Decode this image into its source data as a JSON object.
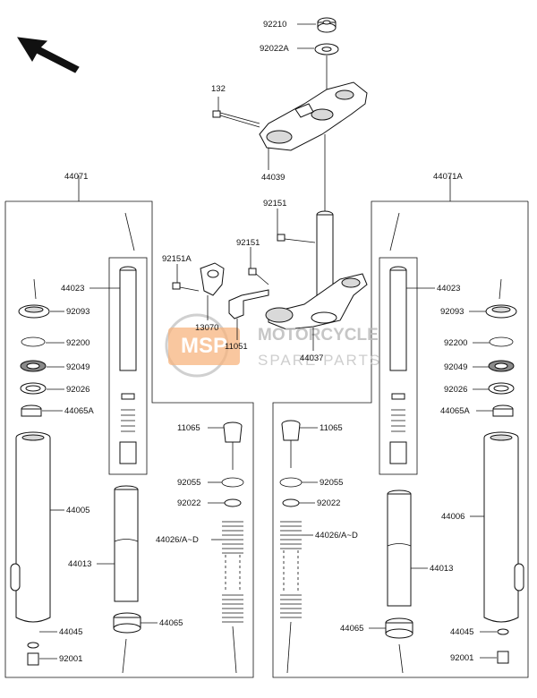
{
  "diagram": {
    "direction_arrow": "front-direction-arrow",
    "part_numbers": {
      "nut_top": "92210",
      "washer_top": "92022A",
      "bolt_132": "132",
      "bracket_upper": "44039",
      "fork_left_assy": "44071",
      "fork_right_assy": "44071A",
      "bolt_92151_top": "92151",
      "bolt_92151_mid": "92151",
      "bolt_92151A": "92151A",
      "guide_13070": "13070",
      "clamp_11051": "11051",
      "stem_44037": "44037",
      "tube_left": "44023",
      "tube_right": "44023",
      "seal_left_92093": "92093",
      "seal_right_92093": "92093",
      "clip_left_92200": "92200",
      "clip_right_92200": "92200",
      "oilseal_left_92049": "92049",
      "oilseal_right_92049": "92049",
      "washer_left_92026": "92026",
      "washer_right_92026": "92026",
      "bushing_left_44065A": "44065A",
      "bushing_right_44065A": "44065A",
      "outer_tube_left": "44005",
      "outer_tube_right": "44006",
      "inner_left_44013": "44013",
      "inner_right_44013": "44013",
      "gasket_left_44045": "44045",
      "gasket_right_44045": "44045",
      "bolt_left_92001": "92001",
      "bolt_right_92001": "92001",
      "bushing_left_44065": "44065",
      "bushing_right_44065": "44065",
      "cap_left_11065": "11065",
      "cap_right_11065": "11065",
      "oring_left_92055": "92055",
      "oring_right_92055": "92055",
      "washer_left_92022": "92022",
      "washer_right_92022": "92022",
      "spring_left_44026": "44026/A~D",
      "spring_right_44026": "44026/A~D"
    }
  },
  "watermark": {
    "badge": "MSP",
    "line1": "MOTORCYCLE",
    "line2": "SPARE PARTS",
    "badge_color": "#f5a86a",
    "ring_color": "#c8c8c8"
  }
}
